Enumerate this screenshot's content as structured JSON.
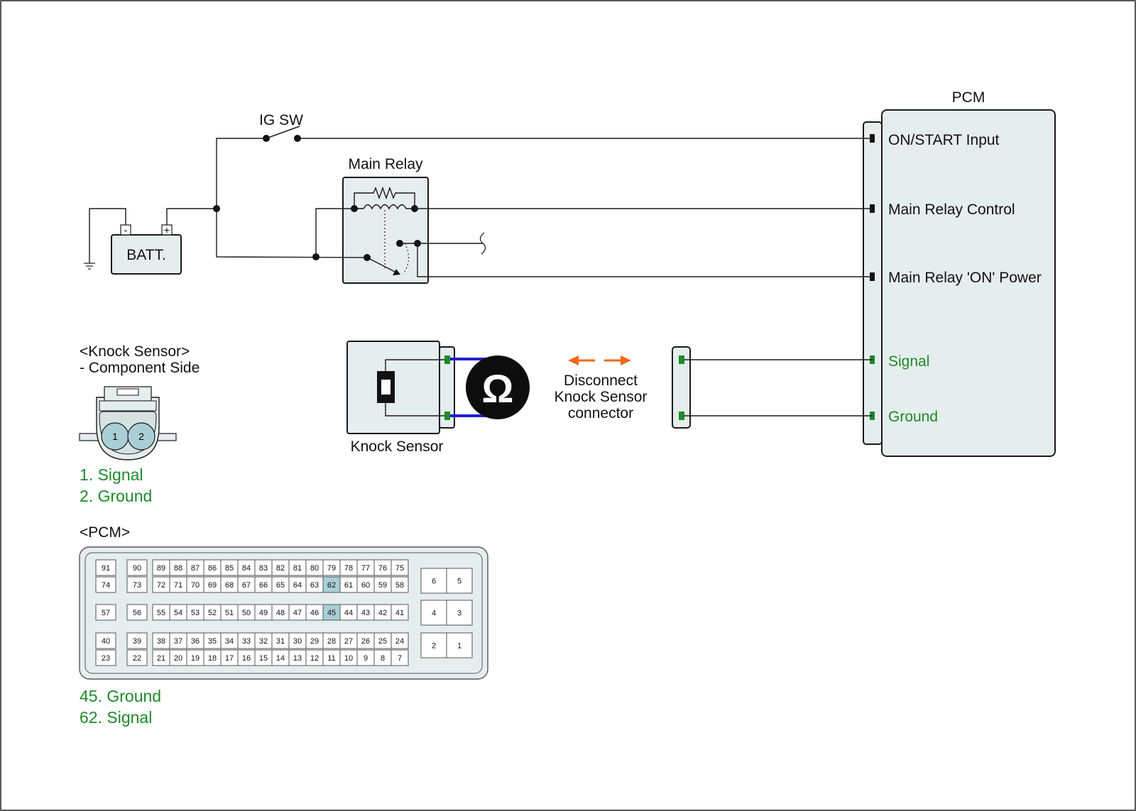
{
  "colors": {
    "accent_green": "#1e8a2a",
    "highlight_pin": "#a9cfd6",
    "box_fill": "#e6eded",
    "meter_wire": "#1f1fd6",
    "arrow_orange": "#ee6a1b"
  },
  "labels": {
    "ig_sw": "IG SW",
    "main_relay": "Main Relay",
    "batt": "BATT.",
    "batt_minus": "-",
    "batt_plus": "+",
    "pcm": "PCM",
    "knock_sensor": "Knock Sensor",
    "ohm_symbol": "Ω",
    "disconnect_1": "Disconnect",
    "disconnect_2": "Knock Sensor",
    "disconnect_3": "connector"
  },
  "pcm_terminals": [
    "ON/START Input",
    "Main Relay Control",
    "Main Relay 'ON' Power",
    "Signal",
    "Ground"
  ],
  "knock_connector": {
    "title": "<Knock Sensor>",
    "subtitle": "- Component Side",
    "pins": [
      "1",
      "2"
    ],
    "legend": [
      "1. Signal",
      "2. Ground"
    ]
  },
  "pcm_connector": {
    "title": "<PCM>",
    "highlighted": [
      "62",
      "45"
    ],
    "legend": [
      "45. Ground",
      "62. Signal"
    ],
    "single_pins": [
      [
        "91",
        "74"
      ],
      [
        "90",
        "73"
      ],
      [
        "57"
      ],
      [
        "56"
      ],
      [
        "40",
        "23"
      ],
      [
        "39",
        "22"
      ]
    ],
    "rows": [
      [
        "89",
        "88",
        "87",
        "86",
        "85",
        "84",
        "83",
        "82",
        "81",
        "80",
        "79",
        "78",
        "77",
        "76",
        "75"
      ],
      [
        "72",
        "71",
        "70",
        "69",
        "68",
        "67",
        "66",
        "65",
        "64",
        "63",
        "62",
        "61",
        "60",
        "59",
        "58"
      ],
      [
        "55",
        "54",
        "53",
        "52",
        "51",
        "50",
        "49",
        "48",
        "47",
        "46",
        "45",
        "44",
        "43",
        "42",
        "41"
      ],
      [
        "38",
        "37",
        "36",
        "35",
        "34",
        "33",
        "32",
        "31",
        "30",
        "29",
        "28",
        "27",
        "26",
        "25",
        "24"
      ],
      [
        "21",
        "20",
        "19",
        "18",
        "17",
        "16",
        "15",
        "14",
        "13",
        "12",
        "11",
        "10",
        "9",
        "8",
        "7"
      ]
    ],
    "big_pins": [
      [
        "6",
        "5"
      ],
      [
        "4",
        "3"
      ],
      [
        "2",
        "1"
      ]
    ]
  }
}
